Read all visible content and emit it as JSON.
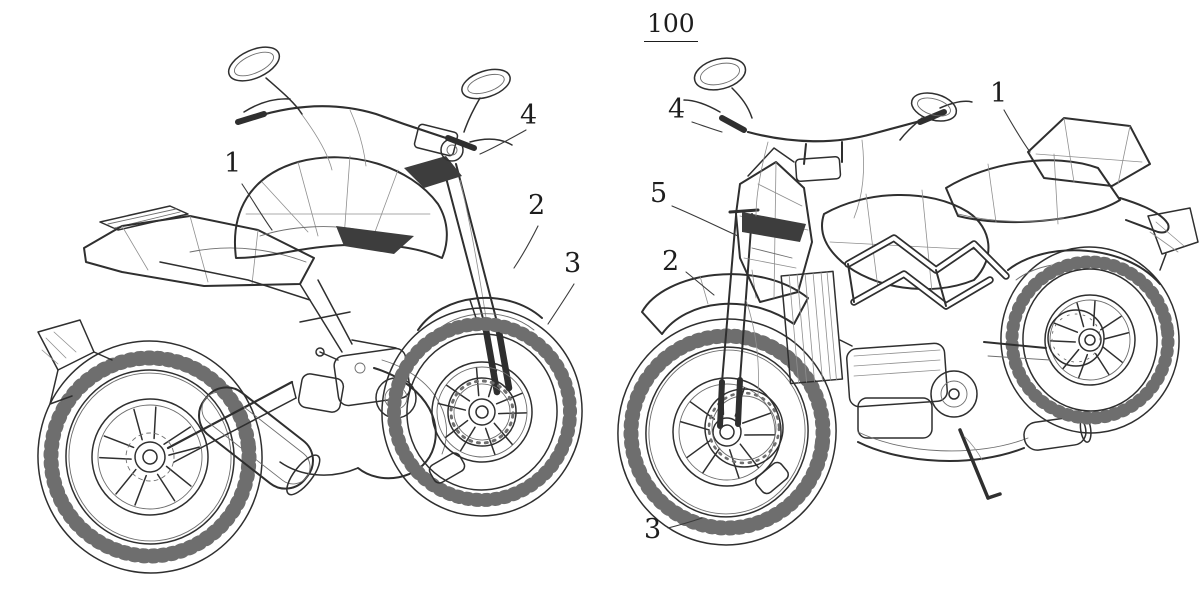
{
  "figure": {
    "reference_label": "100",
    "drawing_style": "patent line drawing",
    "subject": "motorcycle shown in two perspective views",
    "left_view": {
      "description": "rear three-quarter perspective view",
      "callouts": [
        {
          "label": "1"
        },
        {
          "label": "4"
        },
        {
          "label": "2"
        },
        {
          "label": "3"
        }
      ]
    },
    "right_view": {
      "description": "front three-quarter perspective view",
      "callouts": [
        {
          "label": "4"
        },
        {
          "label": "1"
        },
        {
          "label": "5"
        },
        {
          "label": "2"
        },
        {
          "label": "3"
        }
      ]
    }
  }
}
